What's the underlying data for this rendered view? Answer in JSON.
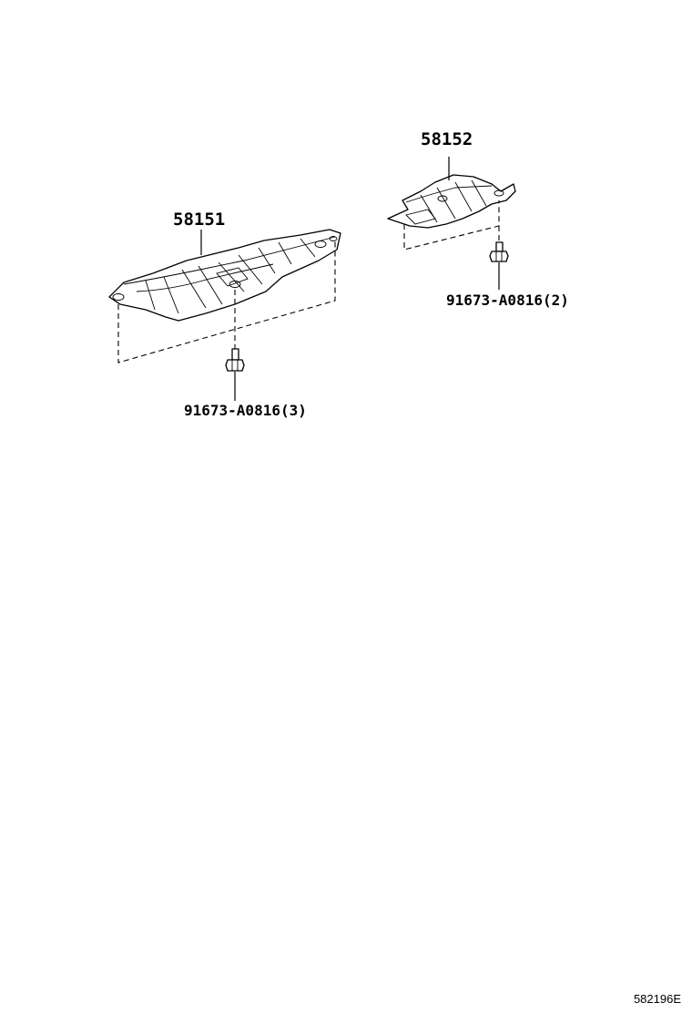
{
  "parts": {
    "cover_left": {
      "number": "58151"
    },
    "cover_right": {
      "number": "58152"
    },
    "bolt_left": {
      "number": "91673-A0816(3)"
    },
    "bolt_right": {
      "number": "91673-A0816(2)"
    }
  },
  "figure_id": "582196E",
  "colors": {
    "line": "#000000",
    "background": "#ffffff"
  }
}
